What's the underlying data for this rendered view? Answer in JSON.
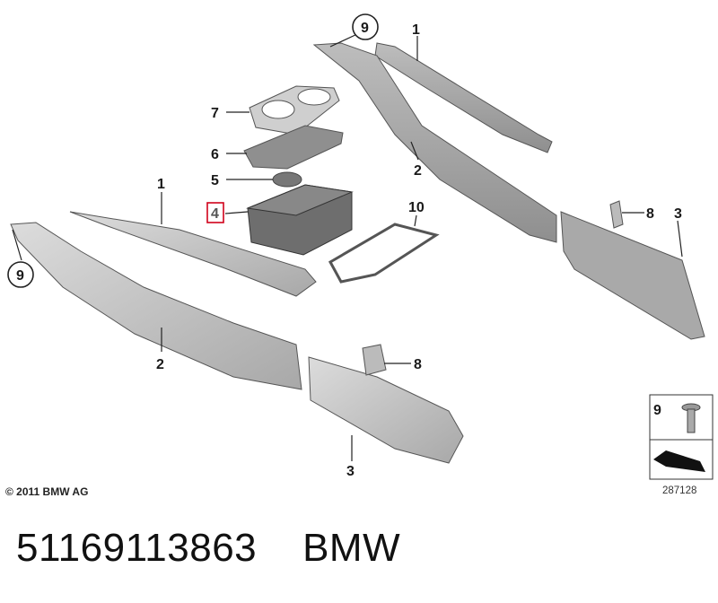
{
  "callouts": {
    "c1_top": "1",
    "c2_top": "2",
    "c3_right": "3",
    "c8_top": "8",
    "c9_top": "9",
    "c7": "7",
    "c6": "6",
    "c5": "5",
    "c4": "4",
    "c10": "10",
    "c1_left": "1",
    "c9_left": "9",
    "c2_bottom": "2",
    "c8_bottom": "8",
    "c3_bottom": "3"
  },
  "legend": {
    "number": "9"
  },
  "copyright": "© 2011 BMW AG",
  "diagram_id": "287128",
  "footer": {
    "part_number": "51169113863",
    "brand": "BMW"
  },
  "colors": {
    "part_fill": "#c9c9c9",
    "part_dark": "#9a9a9a",
    "highlight_box": "#d0021b"
  }
}
